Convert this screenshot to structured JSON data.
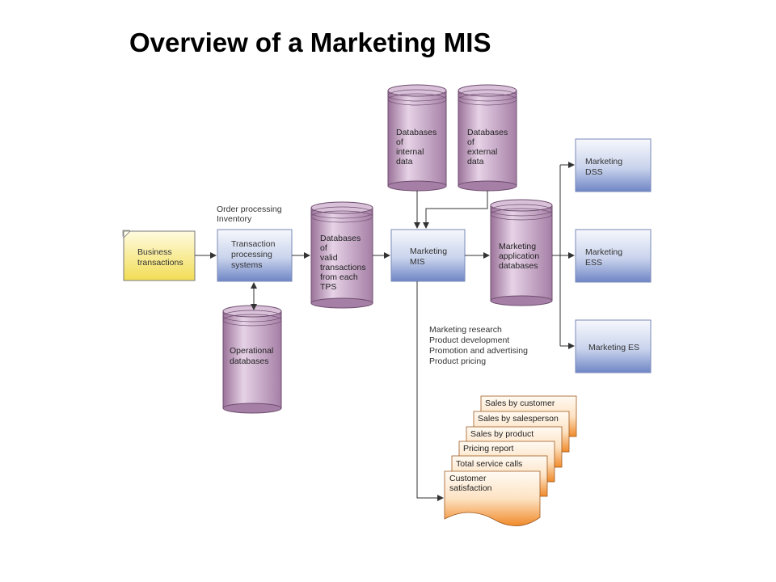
{
  "title": "Overview of a Marketing MIS",
  "business_transactions": [
    "Business",
    "transactions"
  ],
  "tps_note": [
    "Order processing",
    "Inventory"
  ],
  "tps": [
    "Transaction",
    "processing",
    "systems"
  ],
  "operational_db": [
    "Operational",
    "databases"
  ],
  "valid_db": [
    "Databases",
    "of",
    "valid",
    "transactions",
    "from each",
    "TPS"
  ],
  "internal_db": [
    "Databases",
    "of",
    "internal",
    "data"
  ],
  "external_db": [
    "Databases",
    "of",
    "external",
    "data"
  ],
  "marketing_mis": [
    "Marketing",
    "MIS"
  ],
  "app_db": [
    "Marketing",
    "application",
    "databases"
  ],
  "dss": [
    "Marketing",
    "DSS"
  ],
  "ess": [
    "Marketing",
    "ESS"
  ],
  "es": [
    "Marketing ES"
  ],
  "mis_uses": [
    "Marketing research",
    "Product development",
    "Promotion and advertising",
    "Product pricing"
  ],
  "reports": [
    "Sales by customer",
    "Sales by salesperson",
    "Sales by product",
    "Pricing report",
    "Total service calls"
  ],
  "report_front": [
    "Customer",
    "satisfaction"
  ],
  "colors": {
    "box_top": "#f4f6fb",
    "box_bottom": "#6f86c6",
    "cyl_body": "#b892b8",
    "doc_yellow": "#f4e36a",
    "report_orange": "#f08a2a"
  }
}
